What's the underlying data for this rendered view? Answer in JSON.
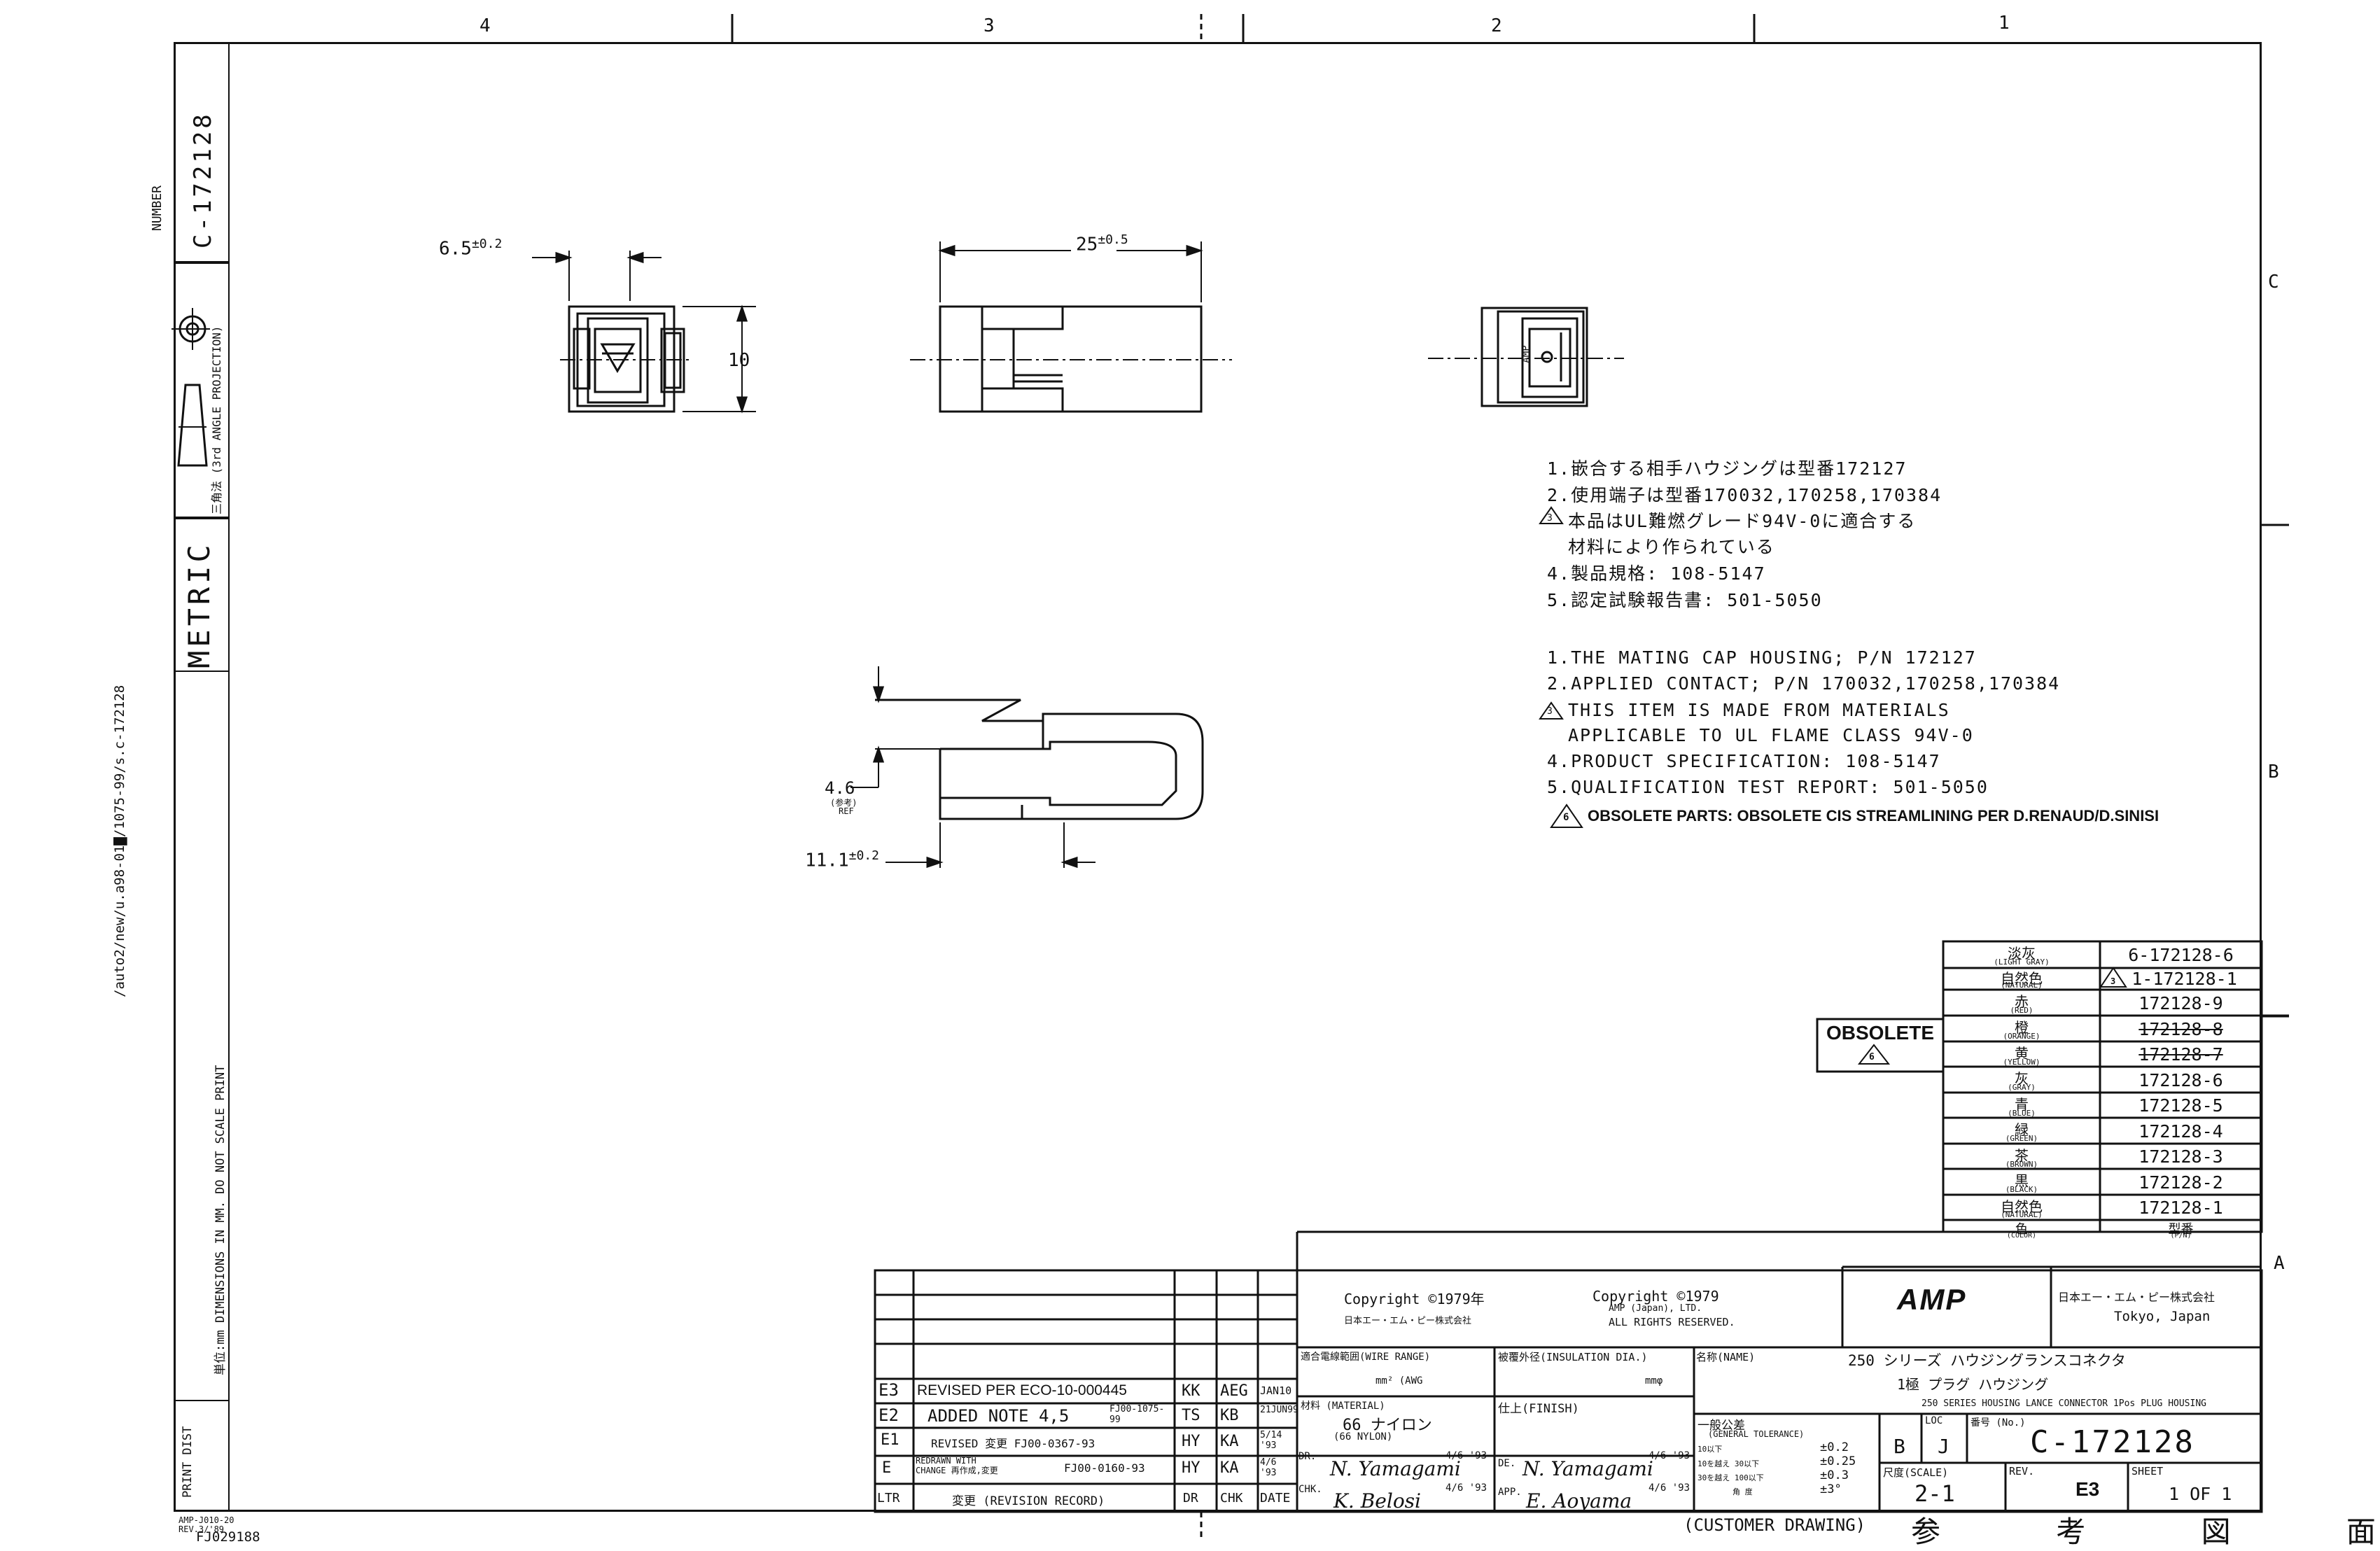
{
  "zones": {
    "top": [
      "4",
      "3",
      "2",
      "1"
    ],
    "right": [
      "C",
      "B",
      "A"
    ]
  },
  "drawing_number_box": {
    "number_label": "NUMBER",
    "number": "C-172128",
    "projection": "三角法 (3rd ANGLE PROJECTION)",
    "metric": "METRIC"
  },
  "left_margin": {
    "path": "/auto2/new/u.a98-01",
    "path_suffix": "/1075-99/s.c-172128",
    "dimensions_note": "単位:mm DIMENSIONS IN MM. DO NOT SCALE PRINT",
    "print_dist": "PRINT DIST",
    "form_no": "AMP-J010-20",
    "form_rev": "REV.3/'89",
    "form_code": "FJ029188"
  },
  "dimensions": {
    "front_width": "6.5",
    "front_width_tol": "±0.2",
    "front_height": "10",
    "side_length": "25",
    "side_length_tol": "±0.5",
    "lance_height": "4.6",
    "lance_height_ref_jp": "(参考)",
    "lance_height_ref": "REF",
    "lance_length": "11.1",
    "lance_length_tol": "±0.2",
    "end_view_mark": "AMP"
  },
  "notes_jp": [
    {
      "num": "1.",
      "text": "嵌合する相手ハウジングは型番172127"
    },
    {
      "num": "2.",
      "text": "使用端子は型番170032,170258,170384"
    },
    {
      "num": "3",
      "text": "本品はUL難燃グレード94V-0に適合する"
    },
    {
      "num": "",
      "text": "材料により作られている"
    },
    {
      "num": "4.",
      "text": "製品規格: 108-5147"
    },
    {
      "num": "5.",
      "text": "認定試験報告書: 501-5050"
    }
  ],
  "notes_en": [
    {
      "num": "1.",
      "text": "THE MATING CAP HOUSING; P/N 172127"
    },
    {
      "num": "2.",
      "text": "APPLIED CONTACT; P/N 170032,170258,170384"
    },
    {
      "num": "3",
      "text": "THIS ITEM IS MADE FROM MATERIALS"
    },
    {
      "num": "",
      "text": "APPLICABLE TO UL FLAME CLASS 94V-0"
    },
    {
      "num": "4.",
      "text": "PRODUCT SPECIFICATION: 108-5147"
    },
    {
      "num": "5.",
      "text": "QUALIFICATION TEST REPORT: 501-5050"
    },
    {
      "num": "6",
      "text": "OBSOLETE PARTS: OBSOLETE CIS STREAMLINING PER D.RENAUD/D.SINISI"
    }
  ],
  "obsolete": {
    "label": "OBSOLETE",
    "flag": "6"
  },
  "color_table": {
    "header": {
      "color_jp": "色",
      "color_en": "(COLOR)",
      "pn_jp": "型番",
      "pn_en": "(P/N)"
    },
    "rows": [
      {
        "color_jp": "淡灰",
        "color_en": "(LIGHT GRAY)",
        "pn": "6-172128-6",
        "flag": "",
        "obsolete": false
      },
      {
        "color_jp": "自然色",
        "color_en": "(NATURAL)",
        "pn": "1-172128-1",
        "flag": "3",
        "obsolete": false
      },
      {
        "color_jp": "赤",
        "color_en": "(RED)",
        "pn": "172128-9",
        "flag": "",
        "obsolete": false
      },
      {
        "color_jp": "橙",
        "color_en": "(ORANGE)",
        "pn": "172128-8",
        "flag": "",
        "obsolete": true
      },
      {
        "color_jp": "黄",
        "color_en": "(YELLOW)",
        "pn": "172128-7",
        "flag": "",
        "obsolete": true
      },
      {
        "color_jp": "灰",
        "color_en": "(GRAY)",
        "pn": "172128-6",
        "flag": "",
        "obsolete": false
      },
      {
        "color_jp": "青",
        "color_en": "(BLUE)",
        "pn": "172128-5",
        "flag": "",
        "obsolete": false
      },
      {
        "color_jp": "緑",
        "color_en": "(GREEN)",
        "pn": "172128-4",
        "flag": "",
        "obsolete": false
      },
      {
        "color_jp": "茶",
        "color_en": "(BROWN)",
        "pn": "172128-3",
        "flag": "",
        "obsolete": false
      },
      {
        "color_jp": "黒",
        "color_en": "(BLACK)",
        "pn": "172128-2",
        "flag": "",
        "obsolete": false
      },
      {
        "color_jp": "自然色",
        "color_en": "(NATURAL)",
        "pn": "172128-1",
        "flag": "",
        "obsolete": false
      }
    ]
  },
  "revisions": {
    "header": {
      "ltr": "LTR",
      "desc": "変更 (REVISION RECORD)",
      "dr": "DR",
      "chk": "CHK",
      "date": "DATE"
    },
    "rows": [
      {
        "ltr": "E3",
        "desc": "REVISED PER ECO-10-000445",
        "dr": "KK",
        "chk": "AEG",
        "date": "JAN10"
      },
      {
        "ltr": "E2",
        "desc": "ADDED NOTE 4,5",
        "ref": "FJ00-1075-99",
        "dr": "TS",
        "chk": "KB",
        "date": "21JUN99"
      },
      {
        "ltr": "E1",
        "desc": "REVISED 変更 FJ00-0367-93",
        "dr": "HY",
        "chk": "KA",
        "date": "5/14 '93"
      },
      {
        "ltr": "E",
        "desc": "REDRAWN WITH CHANGE 再作成,変更",
        "ref": "FJ00-0160-93",
        "dr": "HY",
        "chk": "KA",
        "date": "4/6 '93"
      }
    ]
  },
  "title_block": {
    "copyright_jp": "Copyright ©1979年",
    "copyright_jp_company": "日本エー・エム・ピー株式会社",
    "copyright_en": "Copyright ©1979",
    "copyright_en_company": "AMP (Japan), LTD.",
    "copyright_en_rights": "ALL RIGHTS RESERVED.",
    "logo": "AMP",
    "company_jp": "日本エー・エム・ピー株式会社",
    "company_city": "Tokyo, Japan",
    "wire_range_label": "適合電線範囲(WIRE RANGE)",
    "wire_range_unit": "mm² (AWG",
    "insulation_label": "被覆外径(INSULATION DIA.)",
    "insulation_unit": "mmφ",
    "material_label": "材料 (MATERIAL)",
    "material_value": "66 ナイロン",
    "material_value_en": "(66 NYLON)",
    "finish_label": "仕上(FINISH)",
    "name_label": "名称(NAME)",
    "name_jp_1": "250 シリーズ ハウジングランスコネクタ",
    "name_jp_2": "1極 プラグ ハウジング",
    "name_en": "250 SERIES HOUSING LANCE CONNECTOR 1Pos PLUG HOUSING",
    "tolerance_title": "一般公差",
    "tolerance_title_en": "(GENERAL TOLERANCE)",
    "tolerances": [
      {
        "range": "10以下",
        "value": "±0.2"
      },
      {
        "range": "10を越え 30以下",
        "value": "±0.25"
      },
      {
        "range": "30を越え 100以下",
        "value": "±0.3"
      },
      {
        "range": "角 度",
        "value": "±3°"
      }
    ],
    "size": "B",
    "loc_label": "LOC",
    "loc": "J",
    "dwg_no_label": "番号 (No.)",
    "dwg_no": "C-172128",
    "scale_label": "尺度(SCALE)",
    "scale": "2-1",
    "rev_label": "REV.",
    "rev": "E3",
    "sheet_label": "SHEET",
    "sheet": "1 OF 1",
    "dr_label": "DR.",
    "dr_sig": "N. Yamagami",
    "dr_date": "4/6 '93",
    "de_label": "DE.",
    "de_sig": "N. Yamagami",
    "de_date": "4/6 '93",
    "chk_label": "CHK.",
    "chk_sig": "K. Belosi",
    "chk_date": "4/6 '93",
    "app_label": "APP.",
    "app_sig": "E. Aoyama",
    "app_date": "4/6 '93",
    "customer_drawing": "(CUSTOMER DRAWING)",
    "reference_jp": "参 考 図 面"
  }
}
